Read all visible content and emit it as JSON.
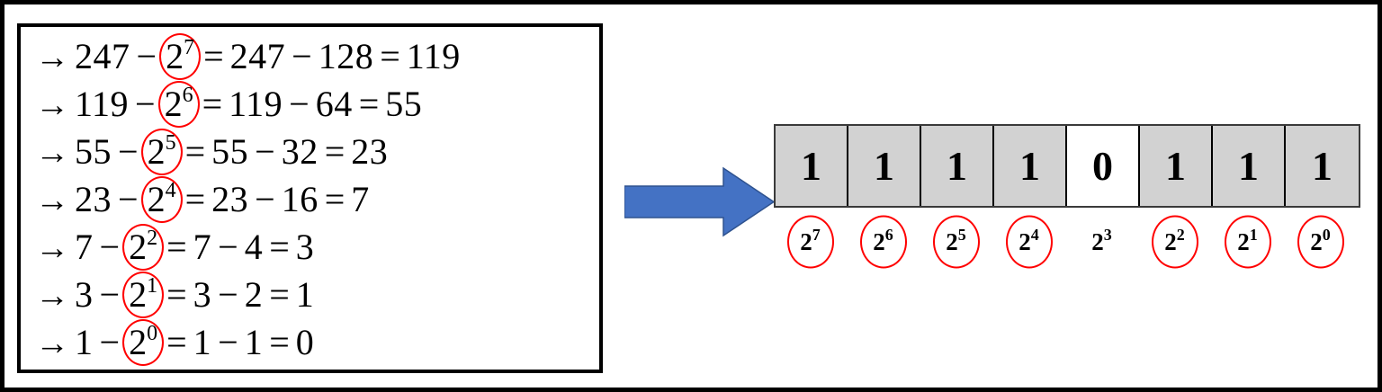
{
  "figure": {
    "title_text": "",
    "colors": {
      "arrow_blue": "#4472C4",
      "arrow_blue_border": "#2E528F",
      "circle_red": "#FF0000",
      "cell_on_fill": "#D2D2D2",
      "cell_off_fill": "#FFFFFF",
      "text_black": "#000000"
    }
  },
  "equations": {
    "arrow_glyph": "→",
    "lines": [
      {
        "arrow": "→",
        "start": "247",
        "minus": "−",
        "power_base": "2",
        "power_exp": "7",
        "circled": true,
        "eq1": "=",
        "lhs": "247",
        "minus2": "−",
        "value": "128",
        "eq2": "=",
        "result": "119"
      },
      {
        "arrow": "→",
        "start": "119",
        "minus": "−",
        "power_base": "2",
        "power_exp": "6",
        "circled": true,
        "eq1": "=",
        "lhs": "119",
        "minus2": "−",
        "value": "64",
        "eq2": "=",
        "result": "55"
      },
      {
        "arrow": "→",
        "start": "55",
        "minus": "−",
        "power_base": "2",
        "power_exp": "5",
        "circled": true,
        "eq1": "=",
        "lhs": "55",
        "minus2": "−",
        "value": "32",
        "eq2": "=",
        "result": "23"
      },
      {
        "arrow": "→",
        "start": "23",
        "minus": "−",
        "power_base": "2",
        "power_exp": "4",
        "circled": true,
        "eq1": "=",
        "lhs": "23",
        "minus2": "−",
        "value": "16",
        "eq2": "=",
        "result": "7"
      },
      {
        "arrow": "→",
        "start": "7",
        "minus": "−",
        "power_base": "2",
        "power_exp": "2",
        "circled": true,
        "eq1": "=",
        "lhs": "7",
        "minus2": "−",
        "value": "4",
        "eq2": "=",
        "result": "3"
      },
      {
        "arrow": "→",
        "start": "3",
        "minus": "−",
        "power_base": "2",
        "power_exp": "1",
        "circled": true,
        "eq1": "=",
        "lhs": "3",
        "minus2": "−",
        "value": "2",
        "eq2": "=",
        "result": "1"
      },
      {
        "arrow": "→",
        "start": "1",
        "minus": "−",
        "power_base": "2",
        "power_exp": "0",
        "circled": true,
        "eq1": "=",
        "lhs": "1",
        "minus2": "−",
        "value": "1",
        "eq2": "=",
        "result": "0"
      }
    ]
  },
  "bit_table": {
    "binary_value": "11110111",
    "cells": [
      {
        "bit": "1",
        "on": true,
        "label_base": "2",
        "label_exp": "7",
        "circled": true
      },
      {
        "bit": "1",
        "on": true,
        "label_base": "2",
        "label_exp": "6",
        "circled": true
      },
      {
        "bit": "1",
        "on": true,
        "label_base": "2",
        "label_exp": "5",
        "circled": true
      },
      {
        "bit": "1",
        "on": true,
        "label_base": "2",
        "label_exp": "4",
        "circled": true
      },
      {
        "bit": "0",
        "on": false,
        "label_base": "2",
        "label_exp": "3",
        "circled": false
      },
      {
        "bit": "1",
        "on": true,
        "label_base": "2",
        "label_exp": "2",
        "circled": true
      },
      {
        "bit": "1",
        "on": true,
        "label_base": "2",
        "label_exp": "1",
        "circled": true
      },
      {
        "bit": "1",
        "on": true,
        "label_base": "2",
        "label_exp": "0",
        "circled": true
      }
    ]
  }
}
